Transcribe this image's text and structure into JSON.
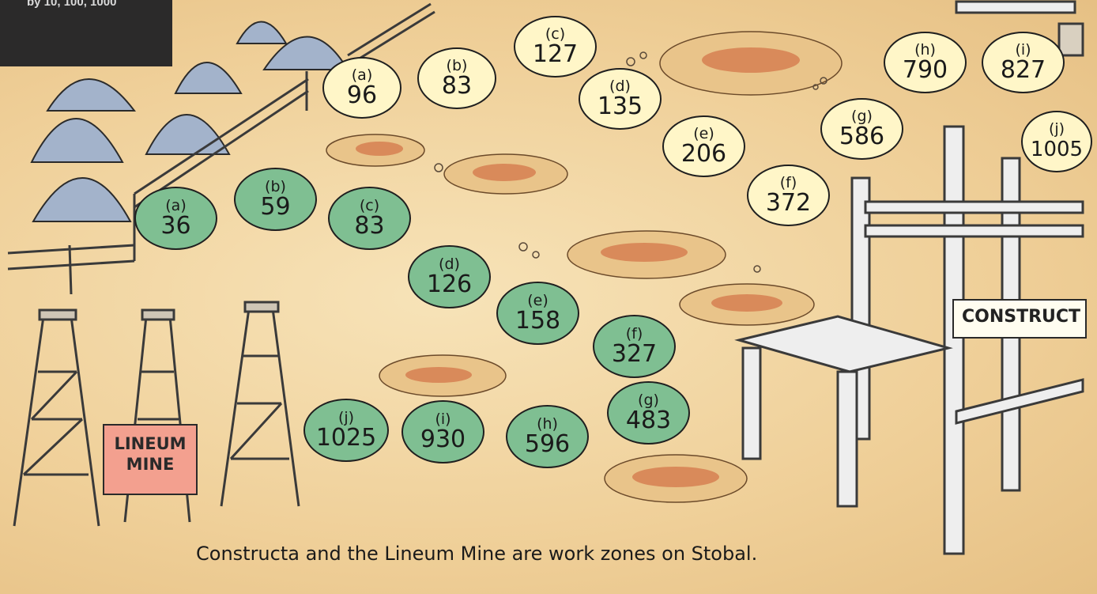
{
  "corner_label": "by 10, 100, 1000",
  "yellow_ovals": [
    {
      "label": "(a)",
      "value": "96"
    },
    {
      "label": "(b)",
      "value": "83"
    },
    {
      "label": "(c)",
      "value": "127"
    },
    {
      "label": "(d)",
      "value": "135"
    },
    {
      "label": "(e)",
      "value": "206"
    },
    {
      "label": "(f)",
      "value": "372"
    },
    {
      "label": "(g)",
      "value": "586"
    },
    {
      "label": "(h)",
      "value": "790"
    },
    {
      "label": "(i)",
      "value": "827"
    },
    {
      "label": "(j)",
      "value": "1005"
    }
  ],
  "green_ovals": [
    {
      "label": "(a)",
      "value": "36"
    },
    {
      "label": "(b)",
      "value": "59"
    },
    {
      "label": "(c)",
      "value": "83"
    },
    {
      "label": "(d)",
      "value": "126"
    },
    {
      "label": "(e)",
      "value": "158"
    },
    {
      "label": "(f)",
      "value": "327"
    },
    {
      "label": "(g)",
      "value": "483"
    },
    {
      "label": "(h)",
      "value": "596"
    },
    {
      "label": "(i)",
      "value": "930"
    },
    {
      "label": "(j)",
      "value": "1025"
    }
  ],
  "mine_sign": {
    "line1": "LINEUM",
    "line2": "MINE"
  },
  "construct_sign": "CONSTRUCT",
  "caption": "Constructa and the Lineum Mine are work zones on Stobal.",
  "colors": {
    "yellow_oval": "#fff6c8",
    "green_oval": "#7fbf92",
    "mine_sign": "#f3a08f",
    "tent": "#9eaec6"
  }
}
